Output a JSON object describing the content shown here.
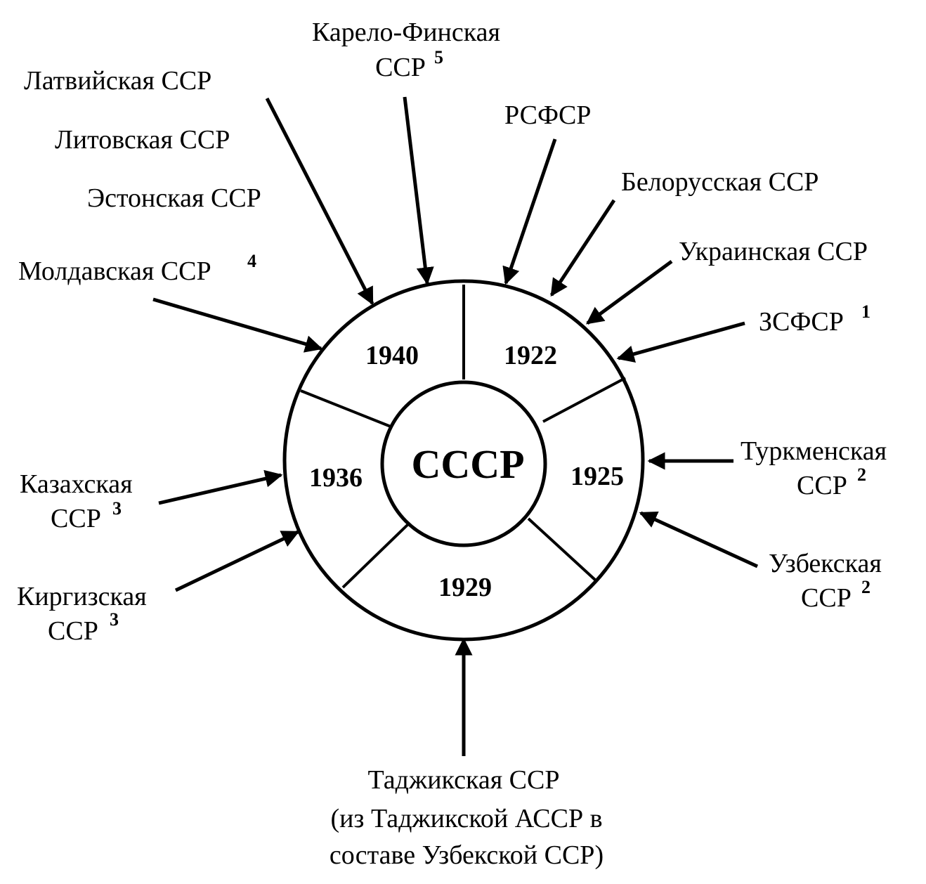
{
  "center_label": "СССР",
  "years": {
    "y1922": "1922",
    "y1925": "1925",
    "y1929": "1929",
    "y1936": "1936",
    "y1940": "1940"
  },
  "republics": {
    "karelo_finnish": {
      "line1": "Карело-Финская",
      "line2": "ССР",
      "note": "5"
    },
    "latvian": {
      "text": "Латвийская ССР"
    },
    "lithuanian": {
      "text": "Литовская ССР"
    },
    "estonian": {
      "text": "Эстонская ССР"
    },
    "moldavian": {
      "text": "Молдавская ССР",
      "note": "4"
    },
    "rsfsr": {
      "text": "РСФСР"
    },
    "belarusian": {
      "text": "Белорусская ССР"
    },
    "ukrainian": {
      "text": "Украинская ССР"
    },
    "zsfsr": {
      "text": "ЗСФСР",
      "note": "1"
    },
    "turkmen": {
      "line1": "Туркменская",
      "line2": "ССР",
      "note": "2"
    },
    "uzbek": {
      "line1": "Узбекская",
      "line2": "ССР",
      "note": "2"
    },
    "kazakh": {
      "line1": "Казахская",
      "line2": "ССР",
      "note": "3"
    },
    "kyrgyz": {
      "line1": "Киргизская",
      "line2": "ССР",
      "note": "3"
    },
    "tajik": {
      "line1": "Таджикская ССР",
      "line2": "(из Таджикской АССР в",
      "line3": "составе Узбекской ССР)"
    }
  }
}
